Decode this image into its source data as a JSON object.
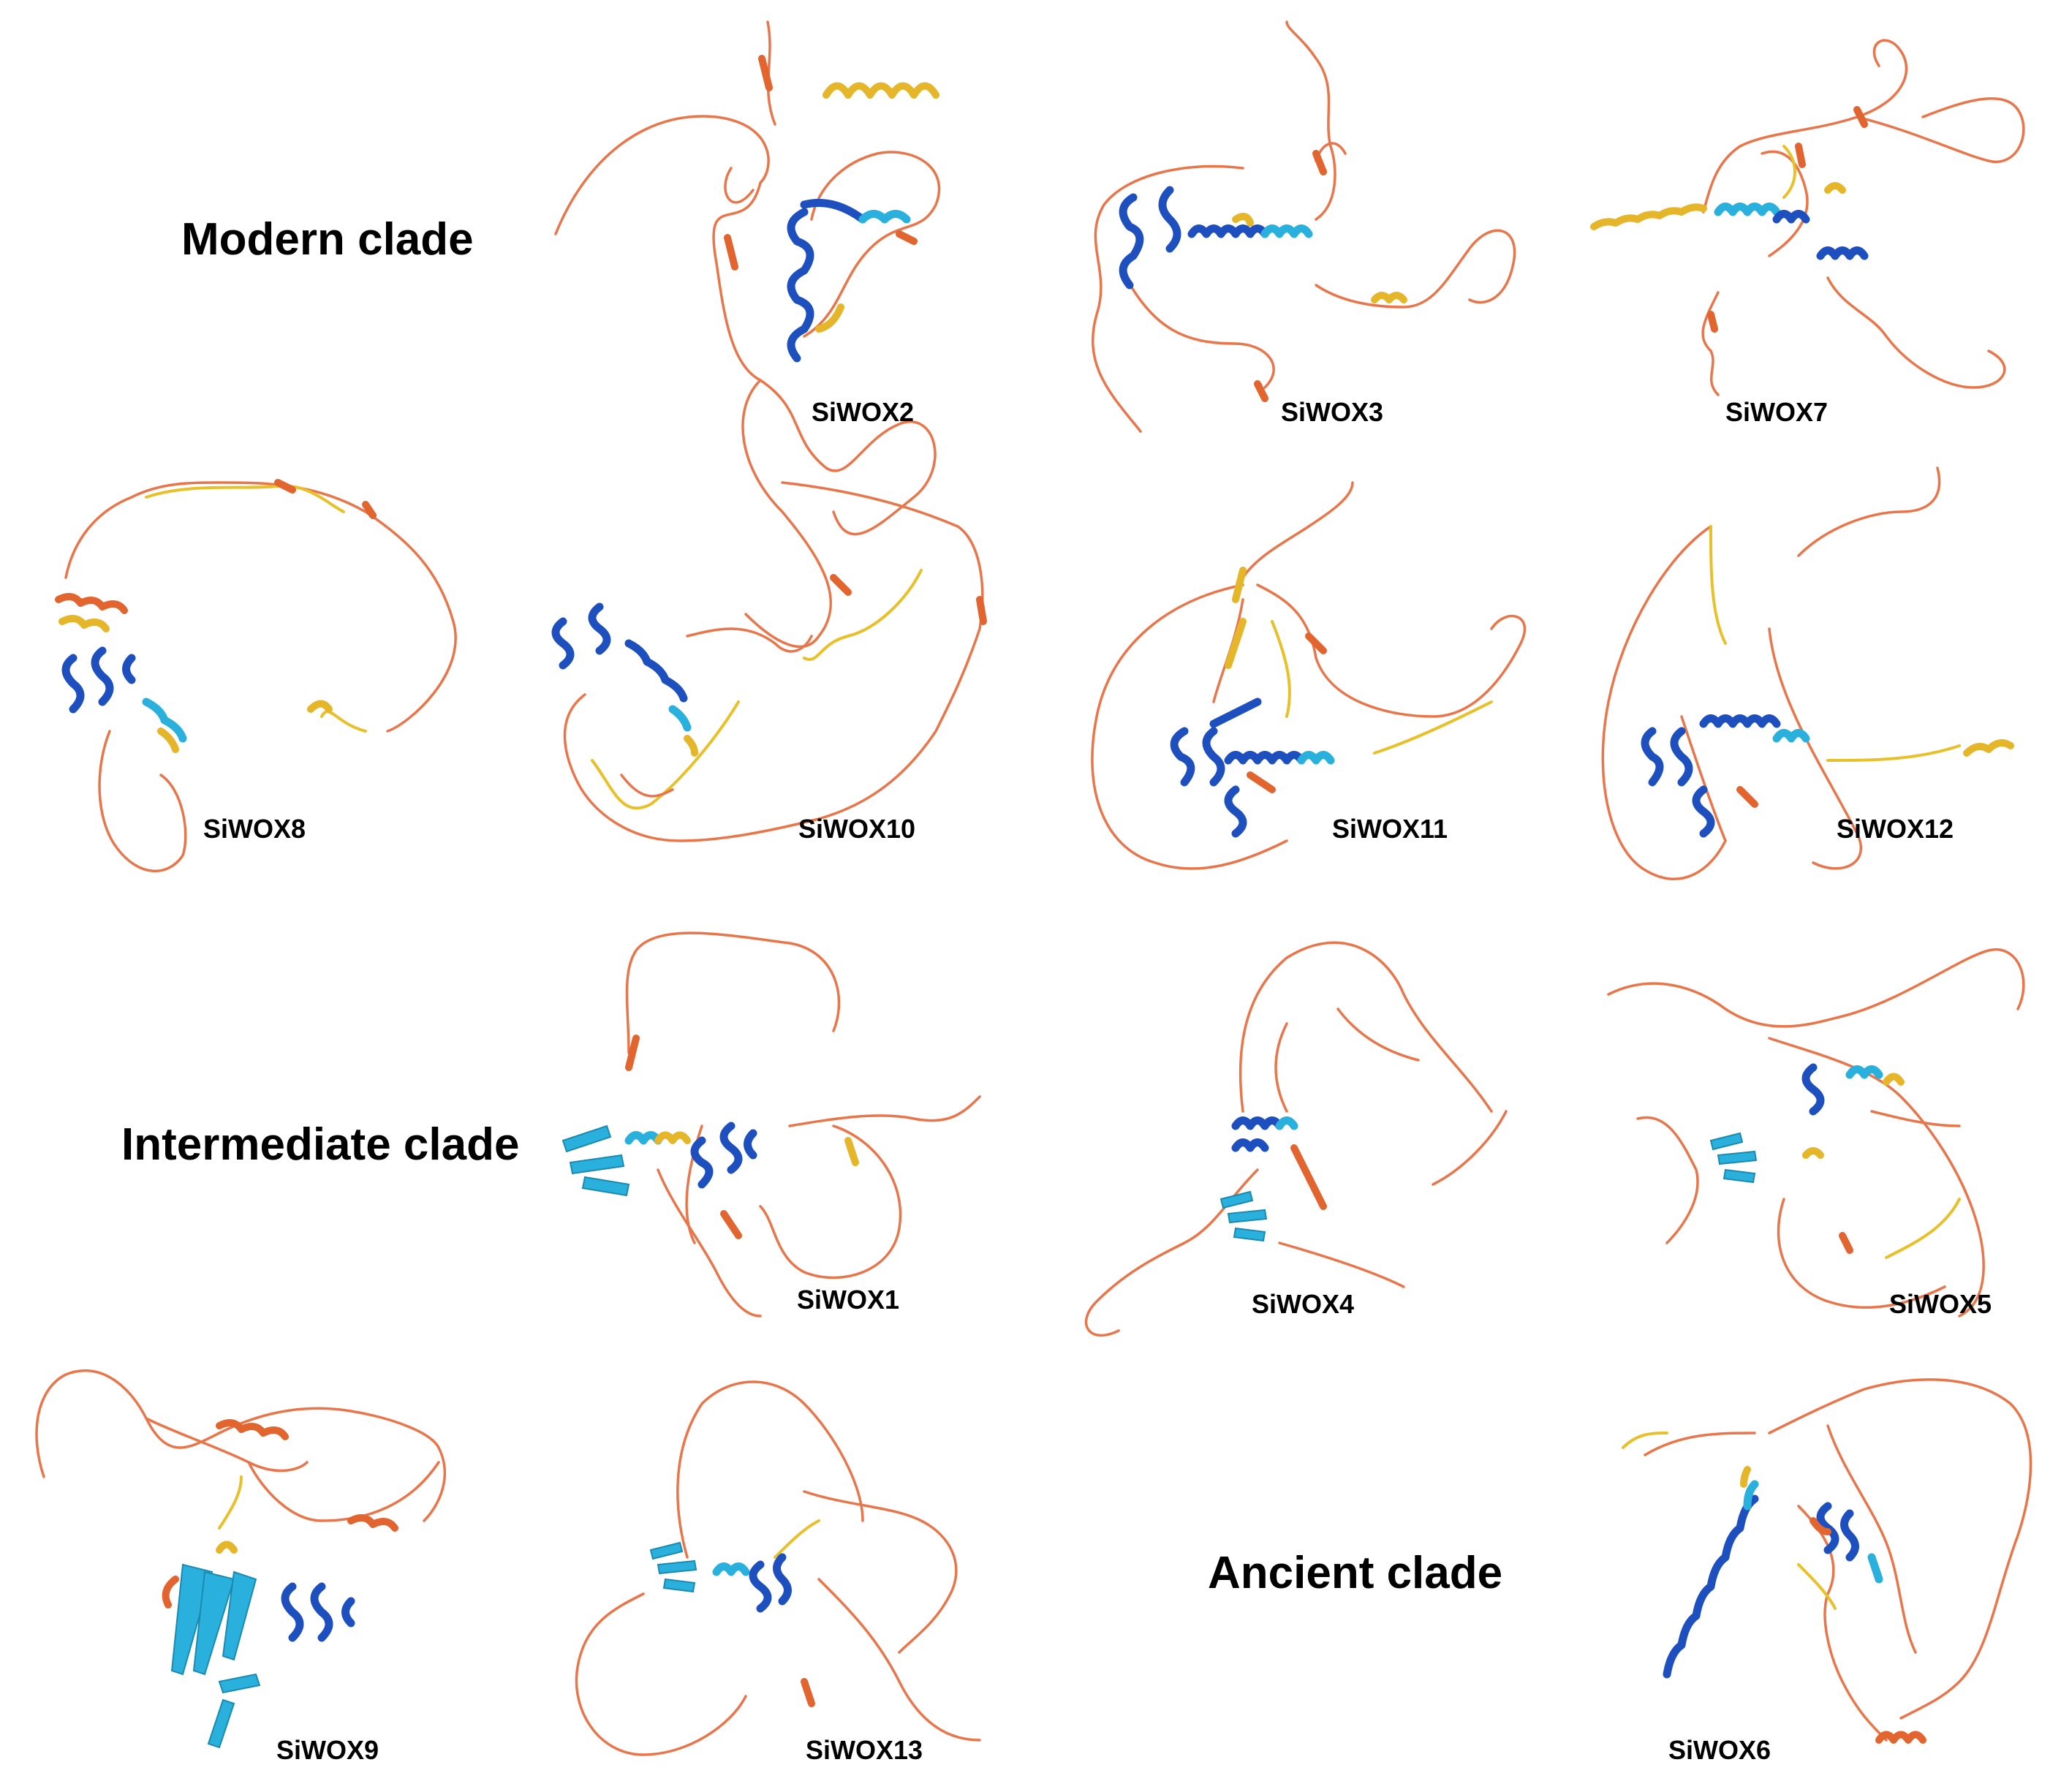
{
  "clades": [
    {
      "id": "modern",
      "title": "Modern clade"
    },
    {
      "id": "intermediate",
      "title": "Intermediate clade"
    },
    {
      "id": "ancient",
      "title": "Ancient clade"
    }
  ],
  "proteins": [
    {
      "label": "SiWOX2",
      "clade": "modern"
    },
    {
      "label": "SiWOX3",
      "clade": "modern"
    },
    {
      "label": "SiWOX7",
      "clade": "modern"
    },
    {
      "label": "SiWOX8",
      "clade": "modern"
    },
    {
      "label": "SiWOX10",
      "clade": "modern"
    },
    {
      "label": "SiWOX11",
      "clade": "modern"
    },
    {
      "label": "SiWOX12",
      "clade": "modern"
    },
    {
      "label": "SiWOX1",
      "clade": "intermediate"
    },
    {
      "label": "SiWOX4",
      "clade": "intermediate"
    },
    {
      "label": "SiWOX5",
      "clade": "intermediate"
    },
    {
      "label": "SiWOX9",
      "clade": "intermediate"
    },
    {
      "label": "SiWOX13",
      "clade": "intermediate"
    },
    {
      "label": "SiWOX6",
      "clade": "ancient"
    }
  ],
  "colors": {
    "very_high_confidence": "#1d4fbf",
    "confident": "#2ab0dc",
    "low": "#e8c02a",
    "very_low": "#e8764a"
  }
}
